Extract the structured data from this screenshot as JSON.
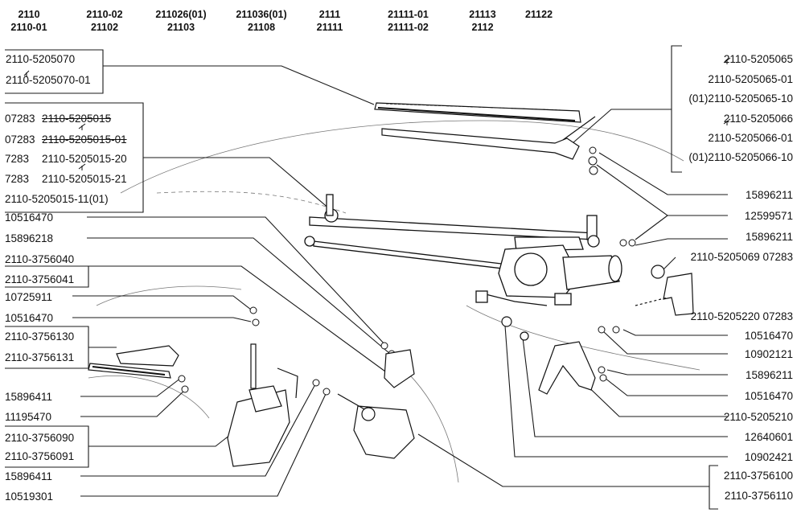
{
  "models": [
    {
      "line1": "2110",
      "line2": "2110-01"
    },
    {
      "line1": "2110-02",
      "line2": "21102"
    },
    {
      "line1": "211026(01)",
      "line2": "21103"
    },
    {
      "line1": "211036(01)",
      "line2": "21108"
    },
    {
      "line1": "2111",
      "line2": "21111"
    },
    {
      "line1": "21111-01",
      "line2": "21111-02"
    },
    {
      "line1": "21113",
      "line2": "2112"
    },
    {
      "line1": "21122",
      "line2": ""
    }
  ],
  "left_labels": [
    "2110-5205070",
    "2110-5205070-01",
    "07283",
    "2110-5205015",
    "07283",
    "2110-5205015-01",
    "7283",
    "2110-5205015-20",
    "7283",
    "2110-5205015-21",
    "2110-5205015-11(01)",
    "10516470",
    "15896218",
    "2110-3756040",
    "2110-3756041",
    "10725911",
    "10516470",
    "2110-3756130",
    "2110-3756131",
    "15896411",
    "11195470",
    "2110-3756090",
    "2110-3756091",
    "15896411",
    "10519301"
  ],
  "right_labels": [
    "2110-5205065",
    "2110-5205065-01",
    "(01)2110-5205065-10",
    "2110-5205066",
    "2110-5205066-01",
    "(01)2110-5205066-10",
    "15896211",
    "12599571",
    "15896211",
    "2110-5205069 07283",
    "2110-5205220 07283",
    "10516470",
    "10902121",
    "15896211",
    "10516470",
    "2110-5205210",
    "12640601",
    "10902421",
    "2110-3756100",
    "2110-3756110"
  ]
}
